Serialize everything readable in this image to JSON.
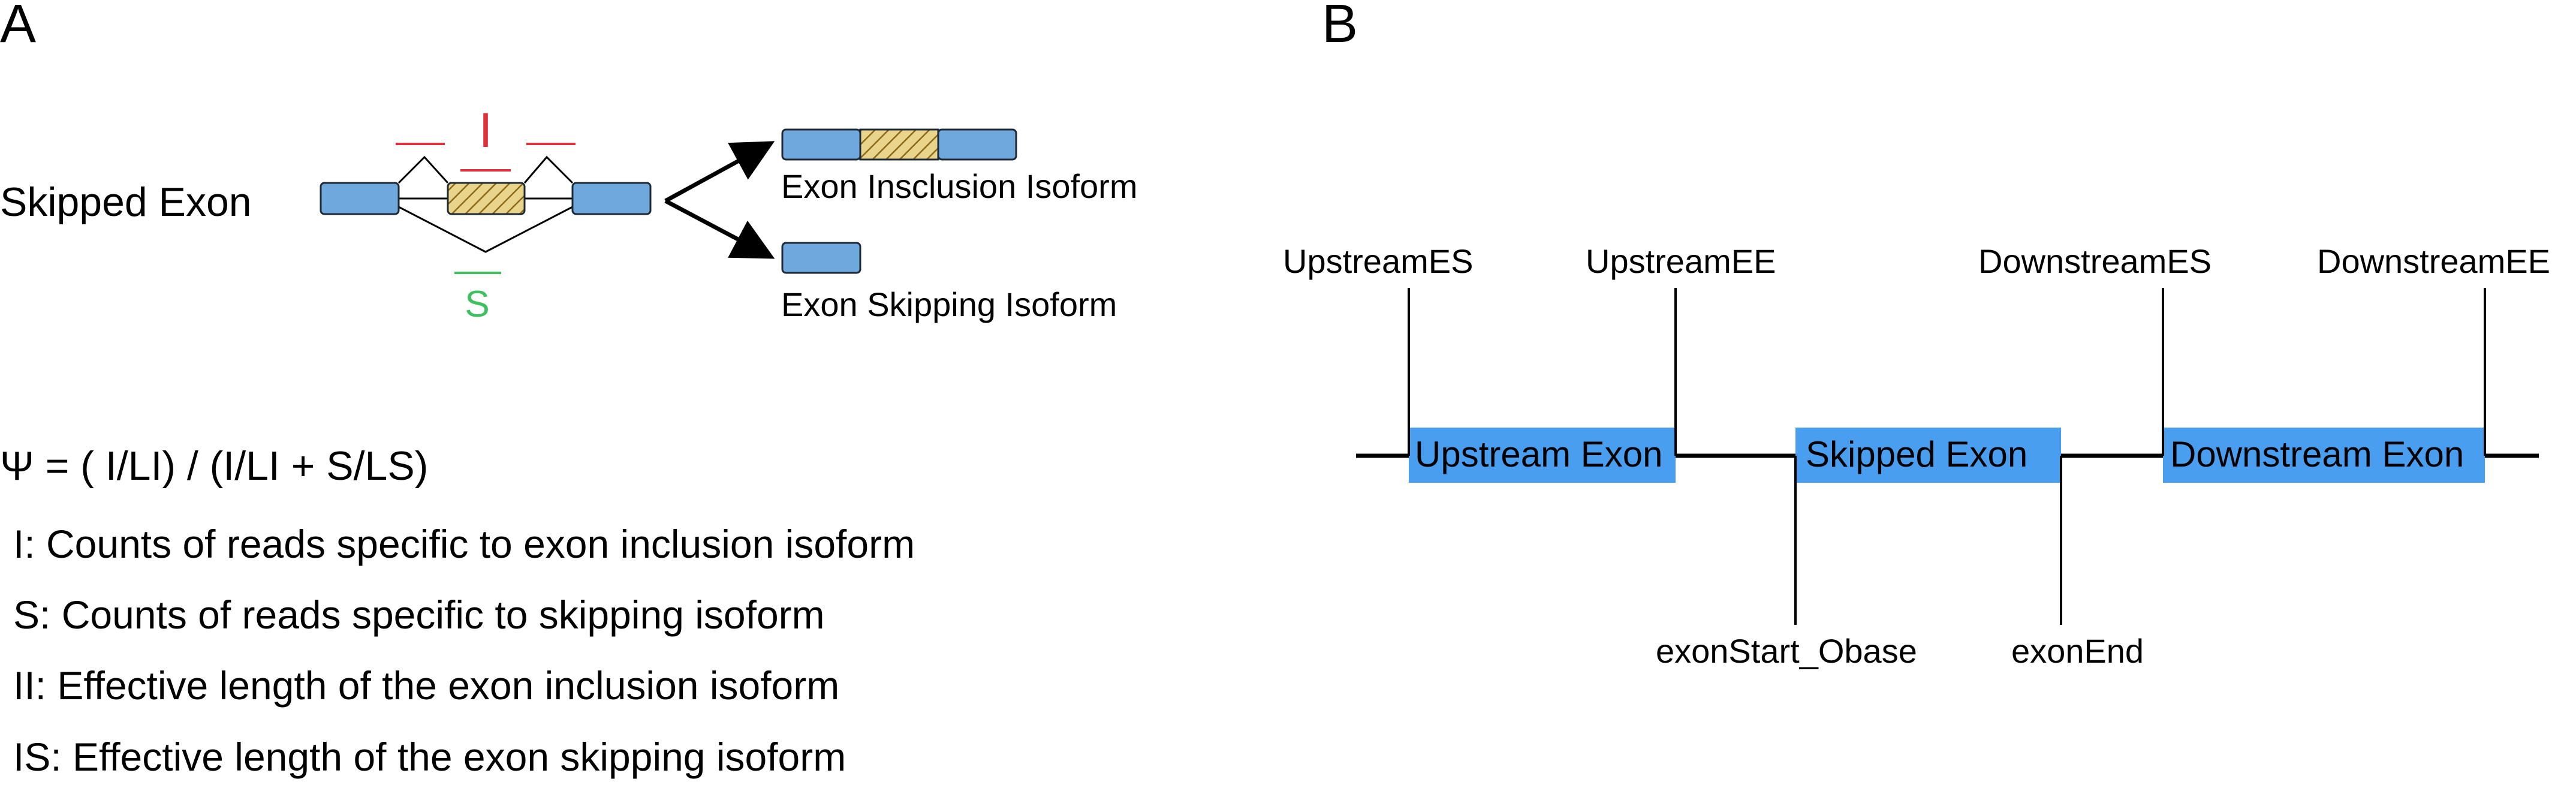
{
  "colors": {
    "exon_blue_light": "#6fa8dc",
    "exon_blue_bright": "#4a9ef0",
    "hatch_fill": "#e8d48a",
    "hatch_line": "#8a6a1a",
    "inclusion_red": "#e0303c",
    "skipping_green": "#3ec060",
    "line_black": "#000000"
  },
  "panel_a": {
    "label": "A",
    "event_name": "Skipped Exon",
    "inclusion_read_label": "I",
    "skipping_read_label": "S",
    "inclusion_isoform_label": "Exon Insclusion Isoform",
    "skipping_isoform_label": "Exon Skipping Isoform",
    "formula": "Ψ = ( I/LI) / (I/LI + S/LS)",
    "definitions": [
      "I: Counts of reads specific to exon inclusion isoform",
      "S: Counts of reads specific to skipping  isoform",
      "II: Effective length of the exon inclusion isoform",
      "IS: Effective length of the exon skipping isoform"
    ]
  },
  "panel_b": {
    "label": "B",
    "exons": [
      "Upstream Exon",
      "Skipped Exon",
      "Downstream Exon"
    ],
    "top_coordinates": [
      "UpstreamES",
      "UpstreamEE",
      "DownstreamES",
      "DownstreamEE"
    ],
    "bottom_coordinates": [
      "exonStart_Obase",
      "exonEnd"
    ]
  }
}
